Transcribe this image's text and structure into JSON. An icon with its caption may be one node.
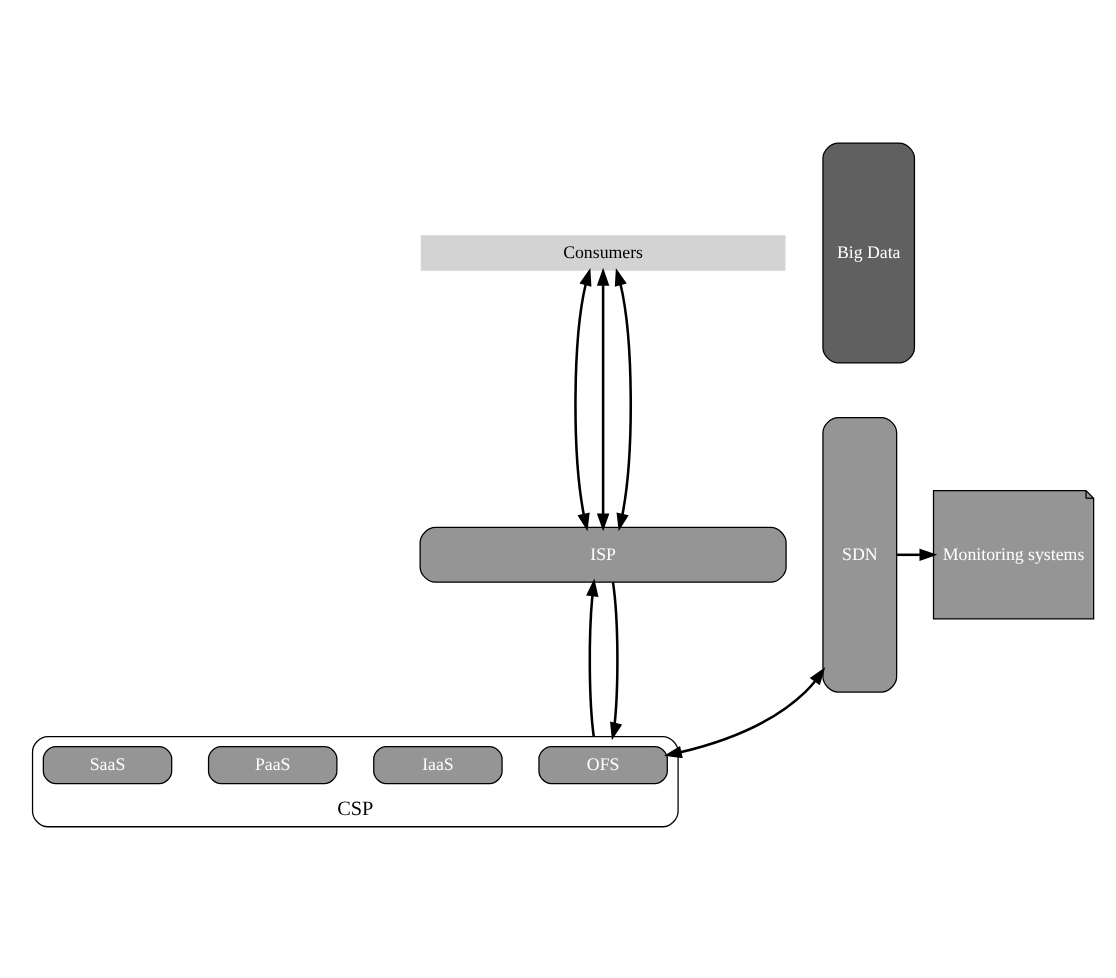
{
  "diagram": {
    "nodes": [
      {
        "text": [
          "Consumers"
        ]
      },
      {
        "text": [
          "ISP"
        ]
      },
      {
        "text": [
          "SDN"
        ]
      },
      {
        "text": [
          "Monitoring systems"
        ]
      },
      {
        "text": [
          "CSP"
        ]
      },
      {
        "text": [
          "OFS"
        ],
        "in": 4
      },
      {
        "text": [
          "IaaS"
        ],
        "in": 4
      },
      {
        "text": [
          "PaaS"
        ],
        "in": 4
      },
      {
        "text": [
          "SaaS"
        ],
        "in": 4
      },
      {
        "text": [
          "Big Data"
        ]
      }
    ],
    "edges": [
      {
        "from": 0,
        "to": 1,
        "arrow": "both"
      },
      {
        "from": 0,
        "to": 1,
        "arrow": "both"
      },
      {
        "from": 0,
        "to": 1,
        "arrow": "both"
      },
      {
        "from": 4,
        "to": 1,
        "arrow": "to"
      },
      {
        "from": 1,
        "to": 4,
        "arrow": "to"
      },
      {
        "from": 2,
        "to": 5,
        "arrow": "both"
      },
      {
        "from": 2,
        "to": 3,
        "arrow": "to"
      }
    ]
  }
}
